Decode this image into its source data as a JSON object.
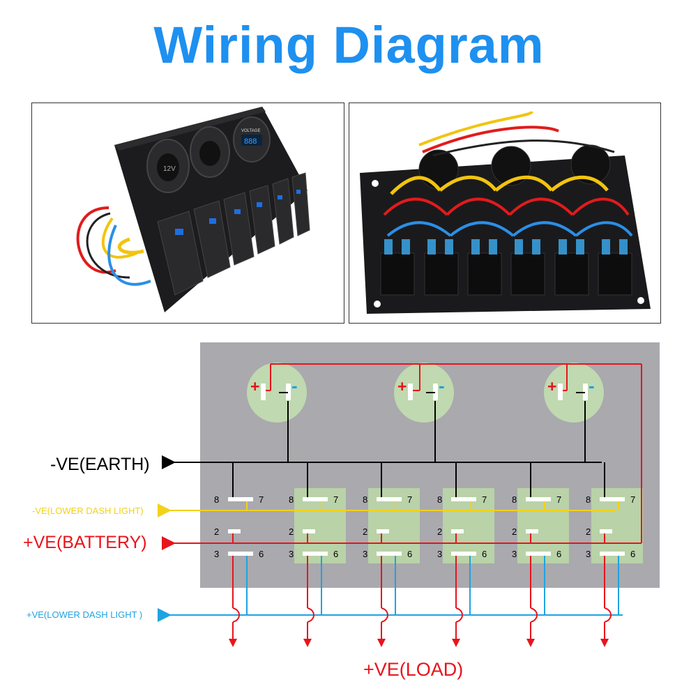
{
  "title": "Wiring Diagram",
  "photos": {
    "left_screen_text": "VOLTAGE",
    "left_socket_text": "12V"
  },
  "labels": {
    "earth": "-VE(EARTH)",
    "lower_dash_neg": "-VE(LOWER DASH LIGHT)",
    "battery": "+VE(BATTERY)",
    "lower_dash_pos": "+VE(LOWER DASH LIGHT )",
    "load": "+VE(LOAD)"
  },
  "sockets": [
    {
      "plus": "+",
      "minus": "-"
    },
    {
      "plus": "+",
      "minus": "-"
    },
    {
      "plus": "+",
      "minus": "-"
    }
  ],
  "switches": [
    {
      "p8": "8",
      "p7": "7",
      "p2": "2",
      "p3": "3",
      "p6": "6"
    },
    {
      "p8": "8",
      "p7": "7",
      "p2": "2",
      "p3": "3",
      "p6": "6"
    },
    {
      "p8": "8",
      "p7": "7",
      "p2": "2",
      "p3": "3",
      "p6": "6"
    },
    {
      "p8": "8",
      "p7": "7",
      "p2": "2",
      "p3": "3",
      "p6": "6"
    },
    {
      "p8": "8",
      "p7": "7",
      "p2": "2",
      "p3": "3",
      "p6": "6"
    },
    {
      "p8": "8",
      "p7": "7",
      "p2": "2",
      "p3": "3",
      "p6": "6"
    }
  ],
  "colors": {
    "title": "#1e90f0",
    "earth": "#000000",
    "battery": "#e8141b",
    "dash_neg": "#f2d21a",
    "dash_pos": "#1fa3e0",
    "panel": "#a9a9ae",
    "switch_fill": "#b9d2a8",
    "socket_fill": "#c0d9b0"
  }
}
